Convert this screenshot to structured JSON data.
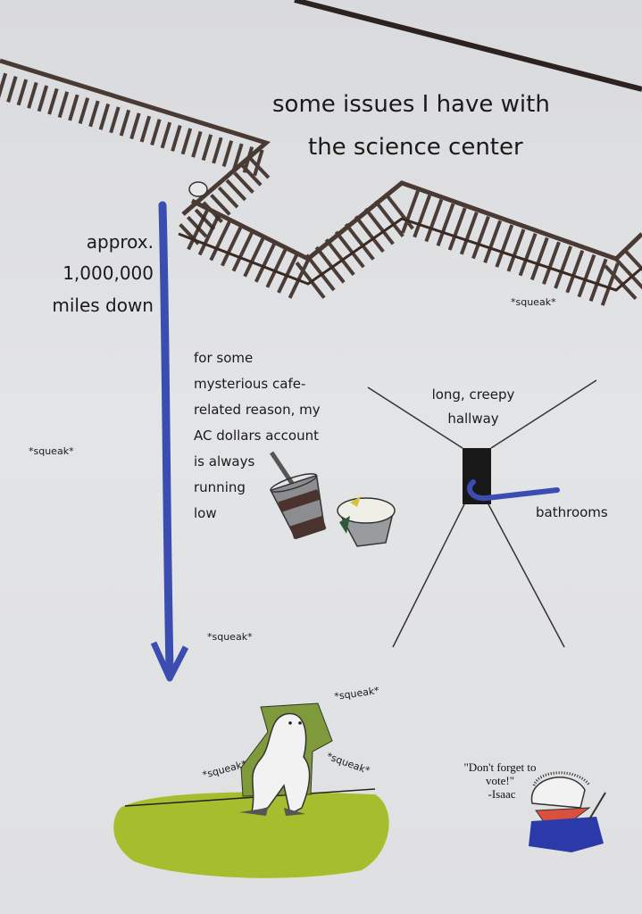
{
  "title": {
    "line1": "some issues I have with",
    "line2": "the science center"
  },
  "distance_label": {
    "line1": "approx.",
    "line2": "1,000,000",
    "line3": "miles down"
  },
  "cafe_note": {
    "lines": [
      "for some",
      "mysterious cafe-",
      "related reason, my",
      "AC dollars account",
      "is always",
      "running",
      "low"
    ]
  },
  "hallway_label": {
    "line1": "long, creepy",
    "line2": "hallway"
  },
  "bathrooms_label": "bathrooms",
  "squeaks": [
    "*squeak*",
    "*squeak*",
    "*squeak*",
    "*squeak*",
    "*squeak*",
    "*squeak*"
  ],
  "quote": {
    "line1": "\"Don't forget to",
    "line2": "vote!\"",
    "line3": "-Isaac"
  },
  "colors": {
    "railing": "#3a2a24",
    "arrow": "#3b4db0",
    "grass": "#a6bd2e",
    "chair": "#7f9a3a",
    "mask": "#d9503f",
    "shirt": "#2a3aa8"
  }
}
